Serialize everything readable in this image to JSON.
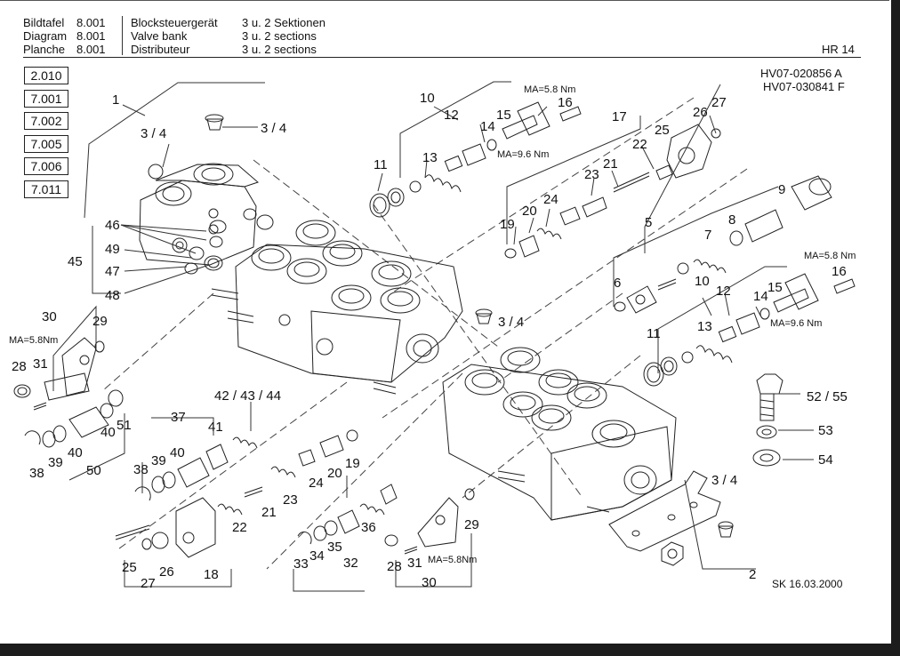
{
  "header": {
    "rows": [
      {
        "label": "Bildtafel",
        "number": "8.001",
        "title": "Blocksteuergerät",
        "sections": "3 u. 2 Sektionen"
      },
      {
        "label": "Diagram",
        "number": "8.001",
        "title": "Valve bank",
        "sections": "3 u. 2 sections"
      },
      {
        "label": "Planche",
        "number": "8.001",
        "title": "Distributeur",
        "sections": "3 u. 2 sections"
      }
    ],
    "sheet_code": "HR 14"
  },
  "reference_boxes": [
    "2.010",
    "7.001",
    "7.002",
    "7.005",
    "7.006",
    "7.011"
  ],
  "drawing_numbers": [
    "HV07-020856 A",
    "HV07-030841 F"
  ],
  "footer": "SK 16.03.2000",
  "callouts": [
    {
      "id": "c1",
      "text": "1"
    },
    {
      "id": "c2",
      "text": "3 / 4"
    },
    {
      "id": "c3",
      "text": "3 / 4"
    },
    {
      "id": "c4",
      "text": "46"
    },
    {
      "id": "c5",
      "text": "49"
    },
    {
      "id": "c6",
      "text": "47"
    },
    {
      "id": "c7",
      "text": "48"
    },
    {
      "id": "c8",
      "text": "45"
    },
    {
      "id": "c9",
      "text": "30"
    },
    {
      "id": "c10",
      "text": "29"
    },
    {
      "id": "c11",
      "text": "28"
    },
    {
      "id": "c12",
      "text": "31"
    },
    {
      "id": "c13",
      "text": "40"
    },
    {
      "id": "c14",
      "text": "51"
    },
    {
      "id": "c15",
      "text": "39"
    },
    {
      "id": "c16",
      "text": "40"
    },
    {
      "id": "c17",
      "text": "38"
    },
    {
      "id": "c18",
      "text": "50"
    },
    {
      "id": "c19",
      "text": "42 / 43 / 44"
    },
    {
      "id": "c20",
      "text": "37"
    },
    {
      "id": "c21",
      "text": "41"
    },
    {
      "id": "c22",
      "text": "38"
    },
    {
      "id": "c23",
      "text": "39"
    },
    {
      "id": "c24",
      "text": "40"
    },
    {
      "id": "c25",
      "text": "10"
    },
    {
      "id": "c26",
      "text": "12"
    },
    {
      "id": "c27",
      "text": "14"
    },
    {
      "id": "c28",
      "text": "15"
    },
    {
      "id": "c29",
      "text": "16"
    },
    {
      "id": "c30",
      "text": "11"
    },
    {
      "id": "c31",
      "text": "13"
    },
    {
      "id": "c32",
      "text": "17"
    },
    {
      "id": "c33",
      "text": "26"
    },
    {
      "id": "c34",
      "text": "27"
    },
    {
      "id": "c35",
      "text": "22"
    },
    {
      "id": "c36",
      "text": "25"
    },
    {
      "id": "c37",
      "text": "21"
    },
    {
      "id": "c38",
      "text": "23"
    },
    {
      "id": "c39",
      "text": "24"
    },
    {
      "id": "c40",
      "text": "20"
    },
    {
      "id": "c41",
      "text": "19"
    },
    {
      "id": "c42",
      "text": "9"
    },
    {
      "id": "c43",
      "text": "5"
    },
    {
      "id": "c44",
      "text": "8"
    },
    {
      "id": "c45",
      "text": "7"
    },
    {
      "id": "c46",
      "text": "6"
    },
    {
      "id": "c47",
      "text": "10"
    },
    {
      "id": "c48",
      "text": "12"
    },
    {
      "id": "c49",
      "text": "14"
    },
    {
      "id": "c50",
      "text": "15"
    },
    {
      "id": "c51",
      "text": "16"
    },
    {
      "id": "c52",
      "text": "13"
    },
    {
      "id": "c53",
      "text": "11"
    },
    {
      "id": "c54",
      "text": "3 / 4"
    },
    {
      "id": "c55",
      "text": "52 / 55"
    },
    {
      "id": "c56",
      "text": "53"
    },
    {
      "id": "c57",
      "text": "54"
    },
    {
      "id": "c58",
      "text": "3 / 4"
    },
    {
      "id": "c59",
      "text": "2"
    },
    {
      "id": "c60",
      "text": "19"
    },
    {
      "id": "c61",
      "text": "20"
    },
    {
      "id": "c62",
      "text": "24"
    },
    {
      "id": "c63",
      "text": "23"
    },
    {
      "id": "c64",
      "text": "21"
    },
    {
      "id": "c65",
      "text": "22"
    },
    {
      "id": "c66",
      "text": "18"
    },
    {
      "id": "c67",
      "text": "25"
    },
    {
      "id": "c68",
      "text": "26"
    },
    {
      "id": "c69",
      "text": "27"
    },
    {
      "id": "c70",
      "text": "36"
    },
    {
      "id": "c71",
      "text": "35"
    },
    {
      "id": "c72",
      "text": "34"
    },
    {
      "id": "c73",
      "text": "33"
    },
    {
      "id": "c74",
      "text": "32"
    },
    {
      "id": "c75",
      "text": "29"
    },
    {
      "id": "c76",
      "text": "28"
    },
    {
      "id": "c77",
      "text": "31"
    },
    {
      "id": "c78",
      "text": "30"
    }
  ],
  "torque_labels": [
    {
      "id": "t1",
      "text": "MA=5.8 Nm"
    },
    {
      "id": "t2",
      "text": "MA=9.6 Nm"
    },
    {
      "id": "t3",
      "text": "MA=5.8 Nm"
    },
    {
      "id": "t4",
      "text": "MA=9.6 Nm"
    },
    {
      "id": "t5",
      "text": "MA=5.8Nm"
    },
    {
      "id": "t6",
      "text": "MA=5.8Nm"
    }
  ]
}
